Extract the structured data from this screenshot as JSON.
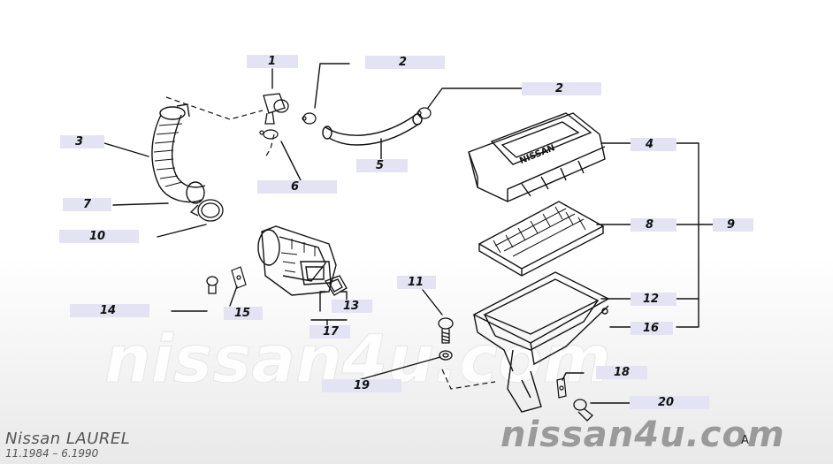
{
  "diagram": {
    "callouts": [
      {
        "id": "1",
        "label": "1"
      },
      {
        "id": "2a",
        "label": "2"
      },
      {
        "id": "2b",
        "label": "2"
      },
      {
        "id": "3",
        "label": "3"
      },
      {
        "id": "4",
        "label": "4"
      },
      {
        "id": "5",
        "label": "5"
      },
      {
        "id": "6",
        "label": "6"
      },
      {
        "id": "7",
        "label": "7"
      },
      {
        "id": "8",
        "label": "8"
      },
      {
        "id": "9",
        "label": "9"
      },
      {
        "id": "10",
        "label": "10"
      },
      {
        "id": "11",
        "label": "11"
      },
      {
        "id": "12",
        "label": "12"
      },
      {
        "id": "13",
        "label": "13"
      },
      {
        "id": "14",
        "label": "14"
      },
      {
        "id": "15",
        "label": "15"
      },
      {
        "id": "16",
        "label": "16"
      },
      {
        "id": "17",
        "label": "17"
      },
      {
        "id": "18",
        "label": "18"
      },
      {
        "id": "19",
        "label": "19"
      },
      {
        "id": "20",
        "label": "20"
      }
    ],
    "cover_lettering": "NISSAN"
  },
  "footer": {
    "model": "Nissan LAUREL",
    "dates": "11.1984  –  6.1990",
    "brand": "nissan4u.com",
    "section": "A"
  },
  "watermark": "nissan4u.com"
}
